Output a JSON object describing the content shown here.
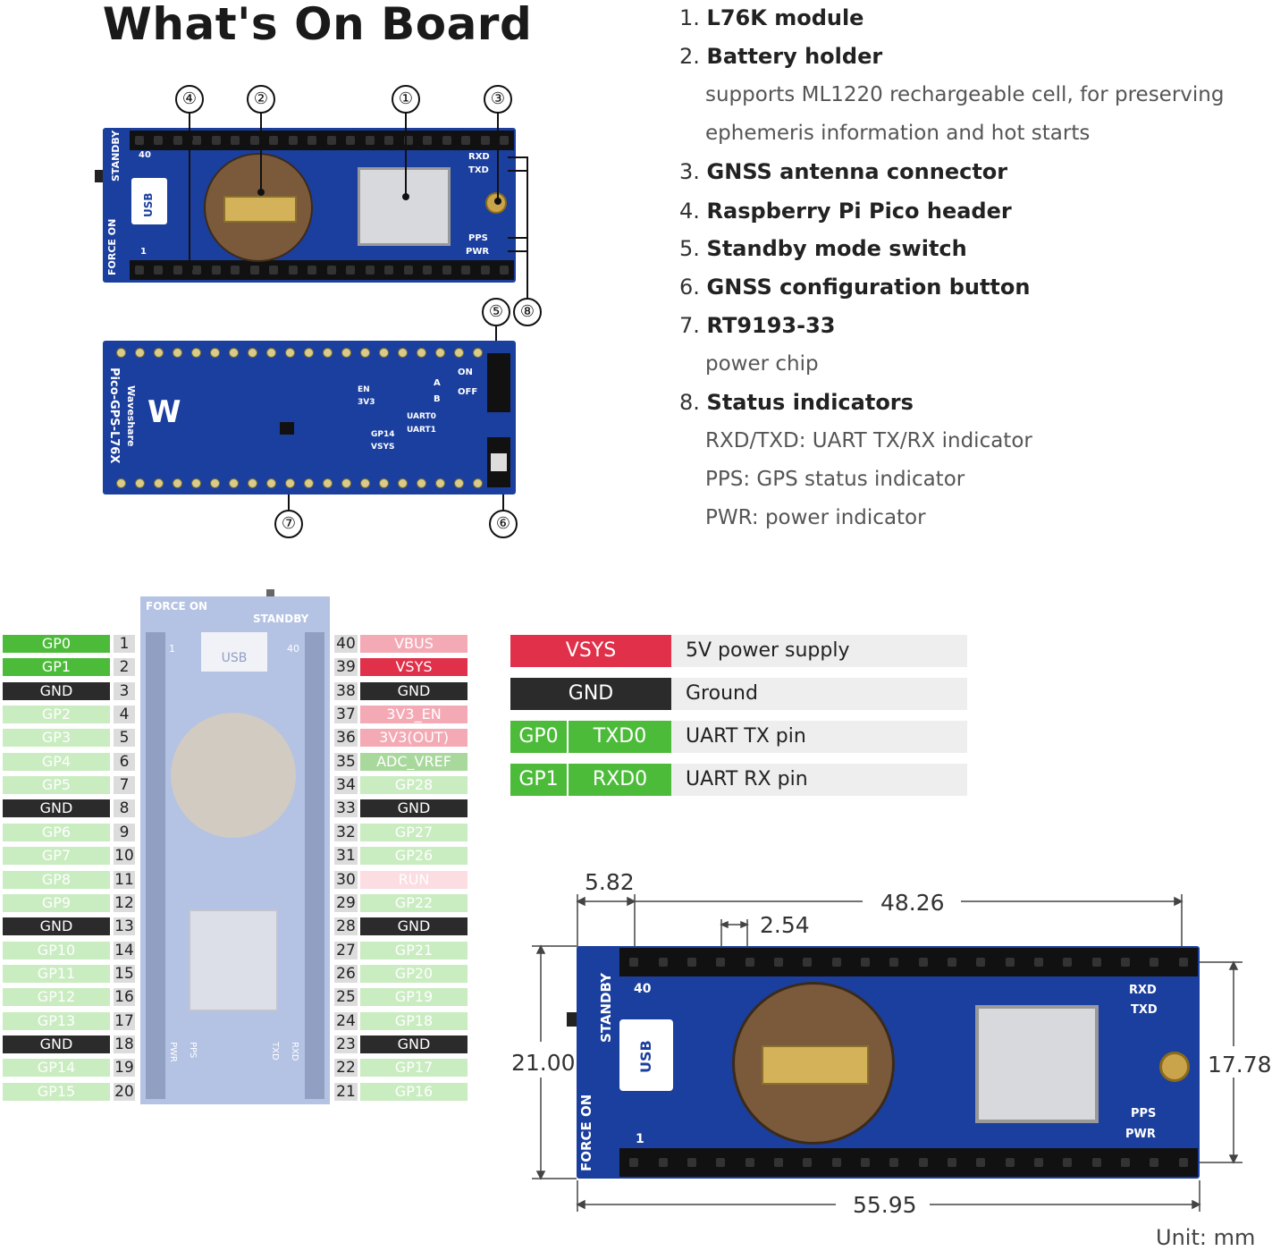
{
  "title": "What's On Board",
  "features": [
    {
      "num": "1.",
      "label": "L76K module"
    },
    {
      "num": "2.",
      "label": "Battery holder",
      "notes": [
        "supports ML1220 rechargeable cell, for preserving",
        "ephemeris information and hot starts"
      ]
    },
    {
      "num": "3.",
      "label": "GNSS antenna connector"
    },
    {
      "num": "4.",
      "label": "Raspberry Pi Pico header"
    },
    {
      "num": "5.",
      "label": "Standby mode switch"
    },
    {
      "num": "6.",
      "label": "GNSS configuration button"
    },
    {
      "num": "7.",
      "label": "RT9193-33",
      "notes": [
        "power chip"
      ]
    },
    {
      "num": "8.",
      "label": "Status indicators",
      "notes": [
        "RXD/TXD: UART TX/RX indicator",
        "PPS: GPS status indicator",
        "PWR: power indicator"
      ]
    }
  ],
  "callouts": [
    "①",
    "②",
    "③",
    "④",
    "⑤",
    "⑥",
    "⑦",
    "⑧"
  ],
  "board_top": {
    "left_labels": [
      "STANDBY",
      "FORCE ON"
    ],
    "pin_marks": [
      "40",
      "1"
    ],
    "usb": "USB",
    "leds": [
      "RXD",
      "TXD",
      "PPS",
      "PWR"
    ]
  },
  "board_back": {
    "name": "Pico-GPS-L76X",
    "brand": "Waveshare",
    "switch_labels": [
      "ON",
      "OFF"
    ],
    "jumper_labels": [
      "A",
      "B",
      "UART0",
      "UART1",
      "EN",
      "3V3",
      "GP14",
      "VSYS"
    ]
  },
  "pinout_board": {
    "force_on": "FORCE ON",
    "standby": "STANDBY",
    "usb": "USB",
    "pin1": "1",
    "pin40": "40",
    "leds": [
      "PWR",
      "PPS",
      "TXD",
      "RXD"
    ]
  },
  "pinout": {
    "left": [
      {
        "name": "GP0",
        "num": "1",
        "style": "active"
      },
      {
        "name": "GP1",
        "num": "2",
        "style": "active"
      },
      {
        "name": "GND",
        "num": "3",
        "style": "gnd"
      },
      {
        "name": "GP2",
        "num": "4",
        "style": "idle"
      },
      {
        "name": "GP3",
        "num": "5",
        "style": "idle"
      },
      {
        "name": "GP4",
        "num": "6",
        "style": "idle"
      },
      {
        "name": "GP5",
        "num": "7",
        "style": "idle"
      },
      {
        "name": "GND",
        "num": "8",
        "style": "gnd"
      },
      {
        "name": "GP6",
        "num": "9",
        "style": "idle"
      },
      {
        "name": "GP7",
        "num": "10",
        "style": "idle"
      },
      {
        "name": "GP8",
        "num": "11",
        "style": "idle"
      },
      {
        "name": "GP9",
        "num": "12",
        "style": "idle"
      },
      {
        "name": "GND",
        "num": "13",
        "style": "gnd"
      },
      {
        "name": "GP10",
        "num": "14",
        "style": "idle"
      },
      {
        "name": "GP11",
        "num": "15",
        "style": "idle"
      },
      {
        "name": "GP12",
        "num": "16",
        "style": "idle"
      },
      {
        "name": "GP13",
        "num": "17",
        "style": "idle"
      },
      {
        "name": "GND",
        "num": "18",
        "style": "gnd"
      },
      {
        "name": "GP14",
        "num": "19",
        "style": "idle"
      },
      {
        "name": "GP15",
        "num": "20",
        "style": "idle"
      }
    ],
    "right": [
      {
        "name": "VBUS",
        "num": "40",
        "style": "pwr-idle"
      },
      {
        "name": "VSYS",
        "num": "39",
        "style": "pwr-active"
      },
      {
        "name": "GND",
        "num": "38",
        "style": "gnd"
      },
      {
        "name": "3V3_EN",
        "num": "37",
        "style": "pwr-idle"
      },
      {
        "name": "3V3(OUT)",
        "num": "36",
        "style": "pwr-idle"
      },
      {
        "name": "ADC_VREF",
        "num": "35",
        "style": "adc"
      },
      {
        "name": "GP28",
        "num": "34",
        "style": "idle"
      },
      {
        "name": "GND",
        "num": "33",
        "style": "gnd"
      },
      {
        "name": "GP27",
        "num": "32",
        "style": "idle"
      },
      {
        "name": "GP26",
        "num": "31",
        "style": "idle"
      },
      {
        "name": "RUN",
        "num": "30",
        "style": "run"
      },
      {
        "name": "GP22",
        "num": "29",
        "style": "idle"
      },
      {
        "name": "GND",
        "num": "28",
        "style": "gnd"
      },
      {
        "name": "GP21",
        "num": "27",
        "style": "idle"
      },
      {
        "name": "GP20",
        "num": "26",
        "style": "idle"
      },
      {
        "name": "GP19",
        "num": "25",
        "style": "idle"
      },
      {
        "name": "GP18",
        "num": "24",
        "style": "idle"
      },
      {
        "name": "GND",
        "num": "23",
        "style": "gnd"
      },
      {
        "name": "GP17",
        "num": "22",
        "style": "idle"
      },
      {
        "name": "GP16",
        "num": "21",
        "style": "idle"
      }
    ]
  },
  "legend": [
    {
      "cells": [
        "VSYS"
      ],
      "kind": "vsys",
      "desc": "5V power supply"
    },
    {
      "cells": [
        "GND"
      ],
      "kind": "gnd",
      "desc": "Ground"
    },
    {
      "cells": [
        "GP0",
        "TXD0"
      ],
      "kind": "gp",
      "desc": "UART TX pin"
    },
    {
      "cells": [
        "GP1",
        "RXD0"
      ],
      "kind": "gp",
      "desc": "UART RX pin"
    }
  ],
  "dimensions": {
    "offset": "5.82",
    "pitch": "2.54",
    "span": "48.26",
    "width": "55.95",
    "height": "21.00",
    "inner_height": "17.78",
    "unit": "Unit: mm",
    "board_labels": {
      "standby": "STANDBY",
      "force_on": "FORCE ON",
      "usb": "USB",
      "pin40": "40",
      "pin1": "1",
      "leds": [
        "RXD",
        "TXD",
        "PPS",
        "PWR"
      ]
    }
  },
  "colors": {
    "board_blue": "#1b3f9e",
    "gp_active": "#4dbb3a",
    "gp_idle": "#c9ecc0",
    "gnd": "#2b2b2b",
    "vsys": "#e0304a",
    "pwr_idle": "#f4aab5",
    "adc": "#a8d89c"
  }
}
